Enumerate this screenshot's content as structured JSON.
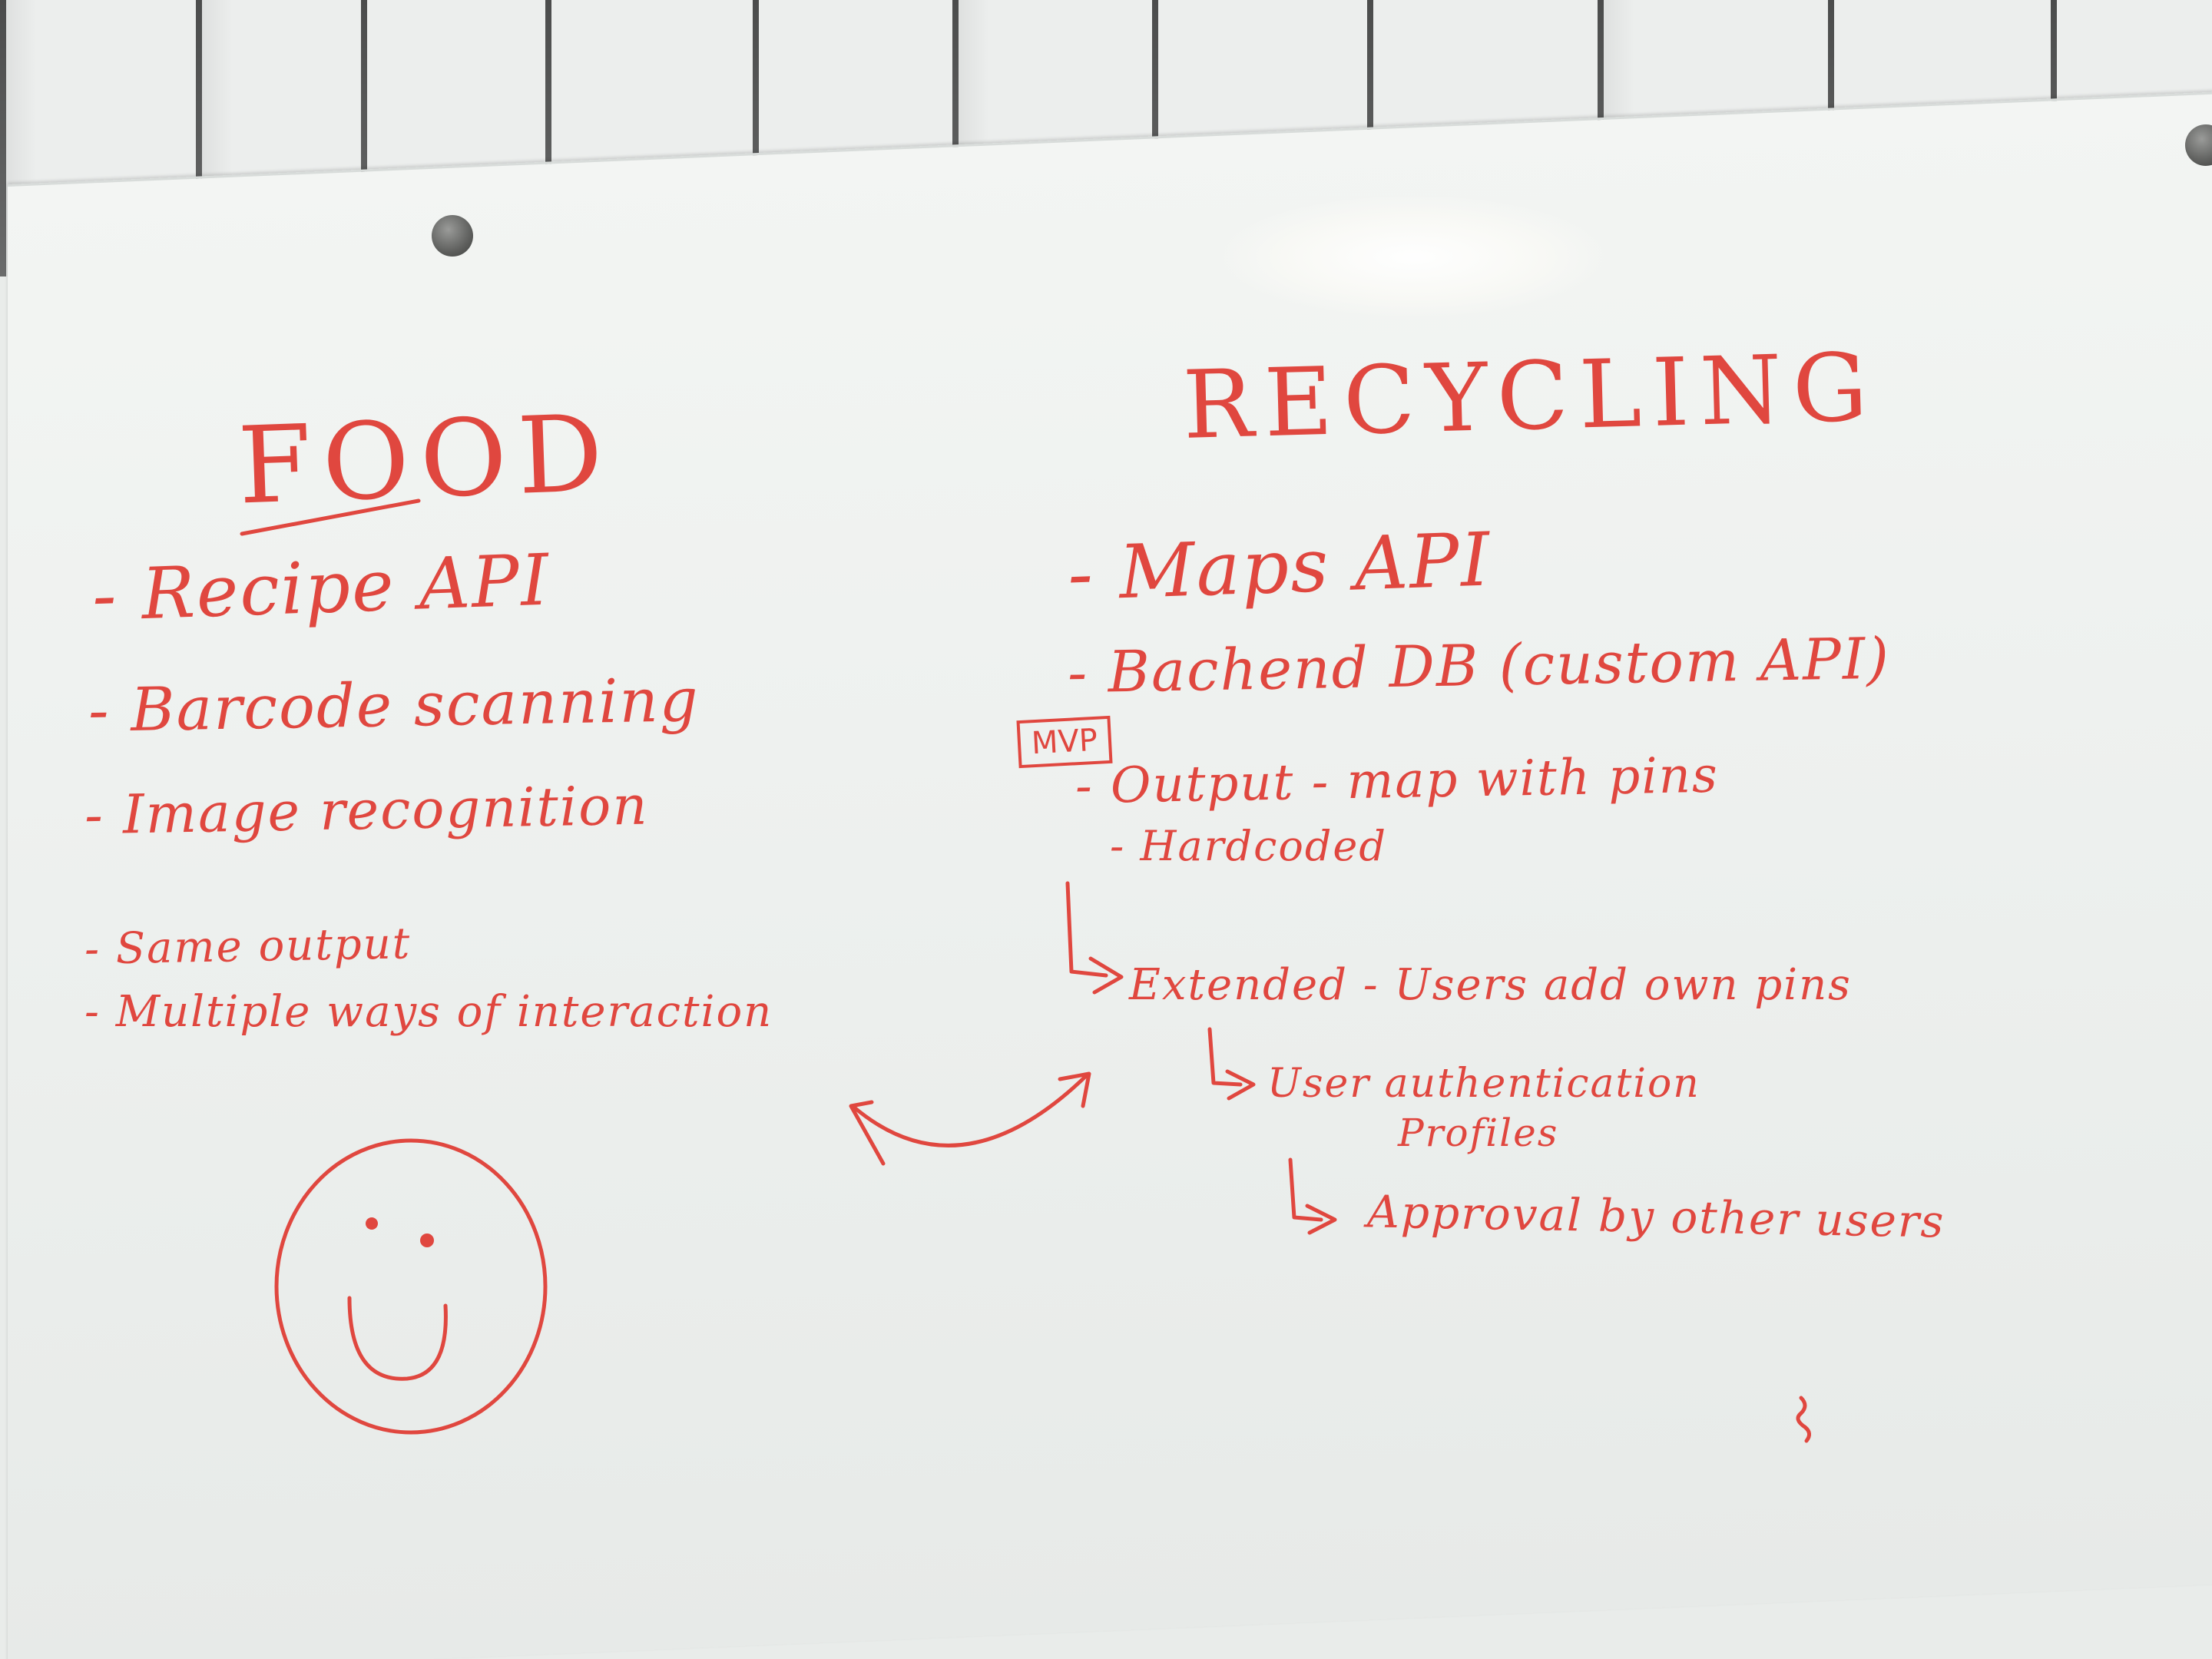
{
  "colors": {
    "marker": "#e0473f",
    "board": "#eef1ef",
    "wall": "#eceeed"
  },
  "whiteboard": {
    "food": {
      "title": "FOOD",
      "items": [
        "- Recipe API",
        "- Barcode scanning",
        "- Image recognition",
        "- Same output",
        "- Multiple ways of interaction"
      ]
    },
    "recycling": {
      "title": "RECYCLING",
      "items": [
        "- Maps API",
        "- Bachend DB (custom API)",
        "- Output - map with pins",
        "- Hardcoded",
        "Extended - Users add own pins",
        "User authentication",
        "Profiles",
        "Approval by other users"
      ],
      "mvp_label": "MVP"
    },
    "doodles": [
      "smiley-face",
      "double-headed-arrow"
    ]
  }
}
